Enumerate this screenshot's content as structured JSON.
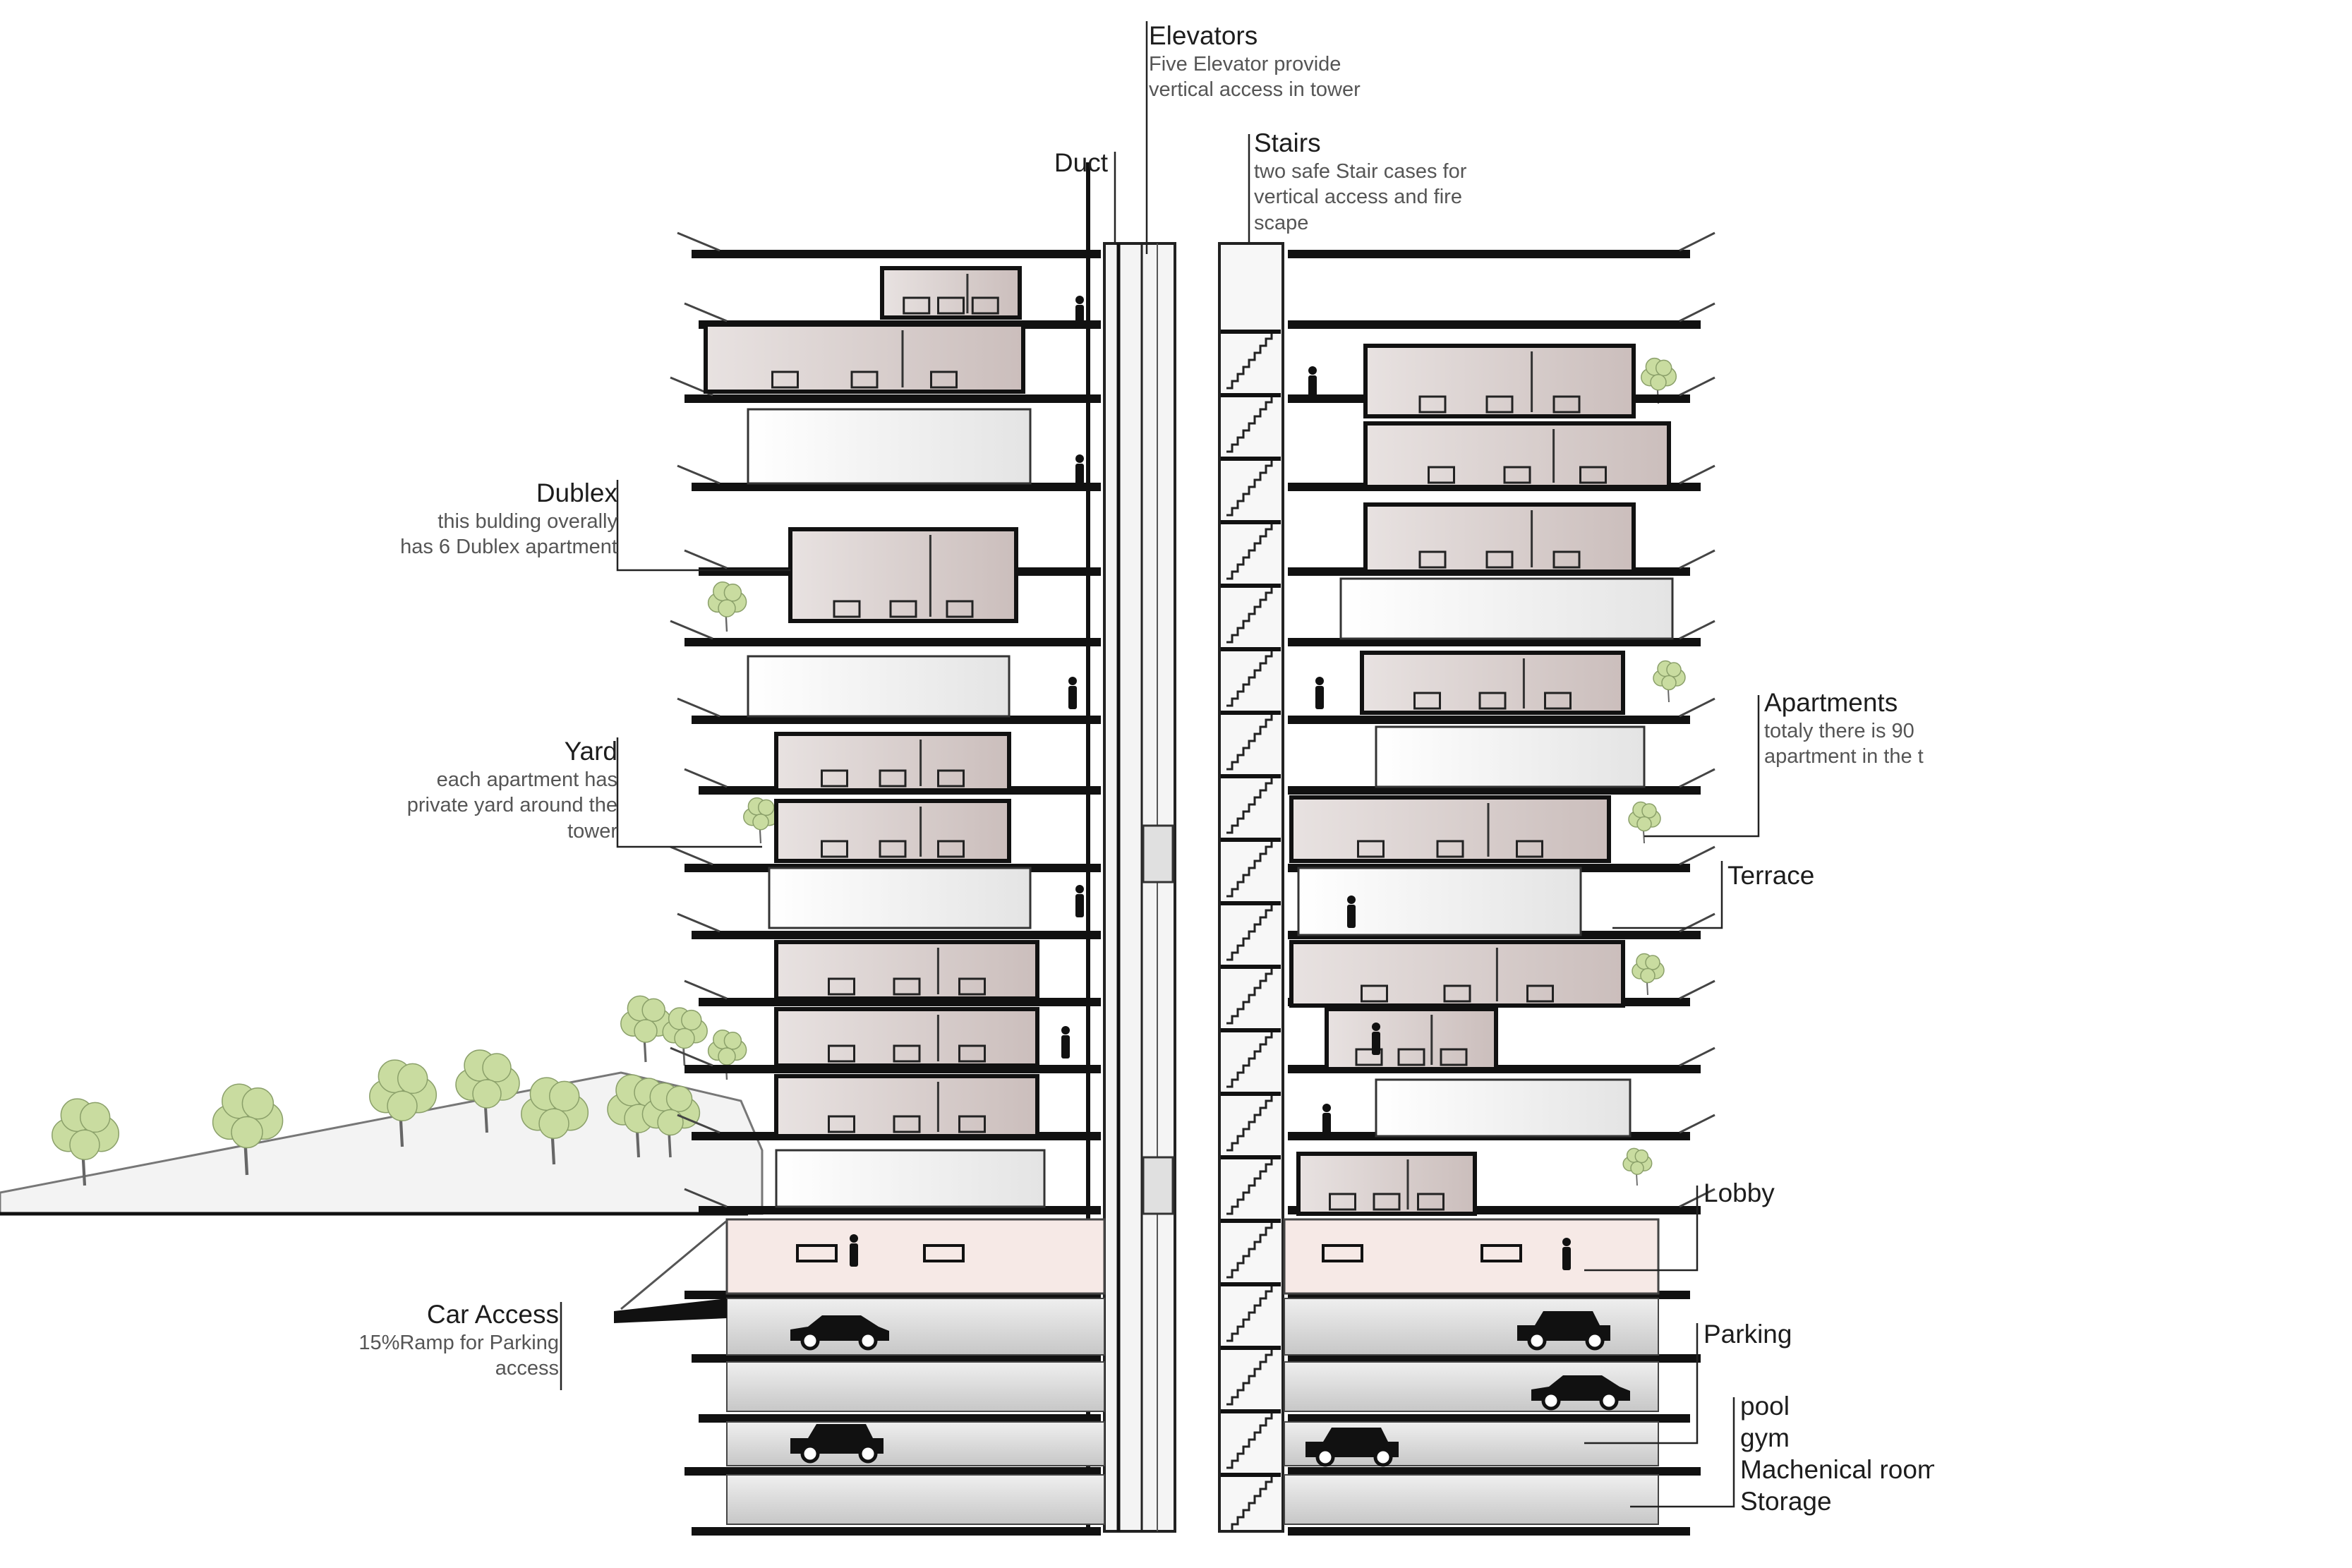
{
  "labels": {
    "elevators": {
      "title": "Elevators",
      "desc": "Five Elevator provide\nvertical access in tower"
    },
    "duct": {
      "title": "Duct"
    },
    "stairs": {
      "title": "Stairs",
      "desc": "two safe Stair cases for\nvertical access and fire\nscape"
    },
    "dublex": {
      "title": "Dublex",
      "desc": "this bulding overally\nhas 6 Dublex apartment"
    },
    "yard": {
      "title": "Yard",
      "desc": "each apartment has\nprivate yard around the\ntower"
    },
    "apartments": {
      "title": "Apartments",
      "desc": "totaly there is 90\napartment in the t"
    },
    "terrace": {
      "title": "Terrace"
    },
    "lobby": {
      "title": "Lobby"
    },
    "car_access": {
      "title": "Car Access",
      "desc": "15%Ramp for Parking\naccess"
    },
    "parking": {
      "title": "Parking"
    },
    "basement": {
      "items": [
        "pool",
        "gym",
        "Machenical room",
        "Storage"
      ]
    }
  },
  "colors": {
    "slab": "#111111",
    "unit_fill": "#d9cdcb",
    "corridor": "#efefef",
    "lobby_fill": "#f6e9e6",
    "parking_fill": "#d6d6d6",
    "tree_canopy": "#c9dca0",
    "leader": "#222222"
  }
}
